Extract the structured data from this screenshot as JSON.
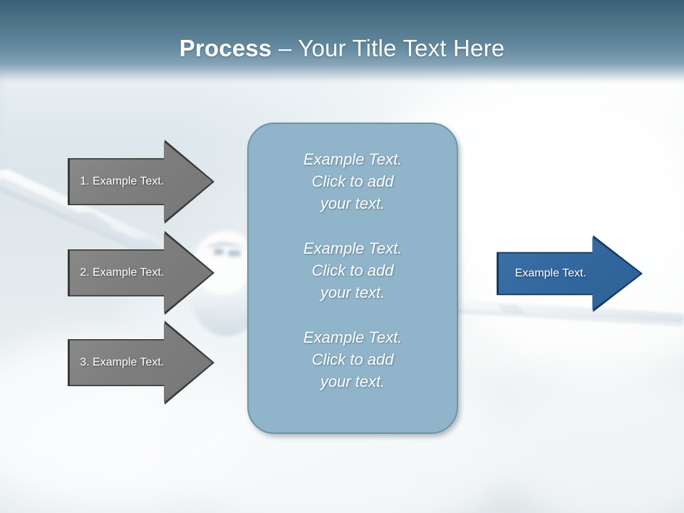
{
  "slide": {
    "title_bold": "Process",
    "title_rest": " – Your Title Text Here",
    "background_description": "airplane-in-clouds-photo",
    "colors": {
      "header_top": "#3a6077",
      "header_bottom": "#84a3b6",
      "gray_arrow_fill": "#7e7e7e",
      "gray_arrow_border": "#3a3a3a",
      "blue_arrow_fill": "#33699e",
      "blue_arrow_border": "#17375e",
      "panel_fill": "#90b4c9",
      "panel_border": "#6f93a8",
      "text_white": "#ffffff"
    }
  },
  "input_arrows": [
    {
      "label": "1. Example Text."
    },
    {
      "label": "2. Example Text."
    },
    {
      "label": "3. Example Text."
    }
  ],
  "center_panel": {
    "blocks": [
      {
        "line1": "Example Text.",
        "line2": "Click  to add",
        "line3": "your text."
      },
      {
        "line1": "Example Text.",
        "line2": "Click  to add",
        "line3": "your text."
      },
      {
        "line1": "Example Text.",
        "line2": "Click  to add",
        "line3": "your text."
      }
    ]
  },
  "output_arrow": {
    "label": "Example Text."
  }
}
